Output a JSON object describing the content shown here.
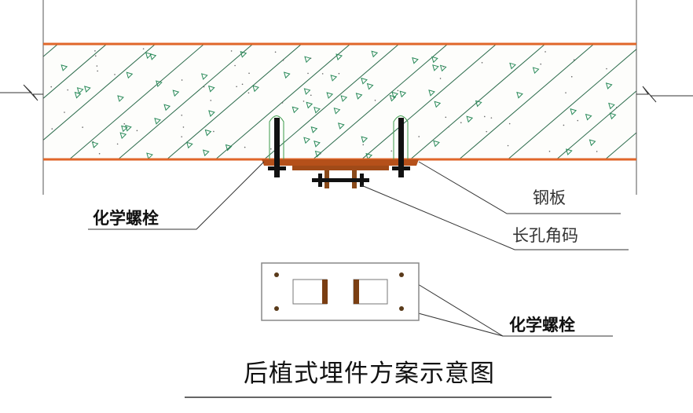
{
  "labels": {
    "chemical_bolt_top": "化学螺栓",
    "steel_plate": "钢板",
    "slotted_angle": "长孔角码",
    "chemical_bolt_plan": "化学螺栓"
  },
  "title": "后植式埋件方案示意图",
  "colors": {
    "slab_edge": "#e0662a",
    "steel": "#b5501a",
    "angle": "#8a4a1a",
    "bolt": "#111111",
    "hatch": "#1f7a4a"
  }
}
